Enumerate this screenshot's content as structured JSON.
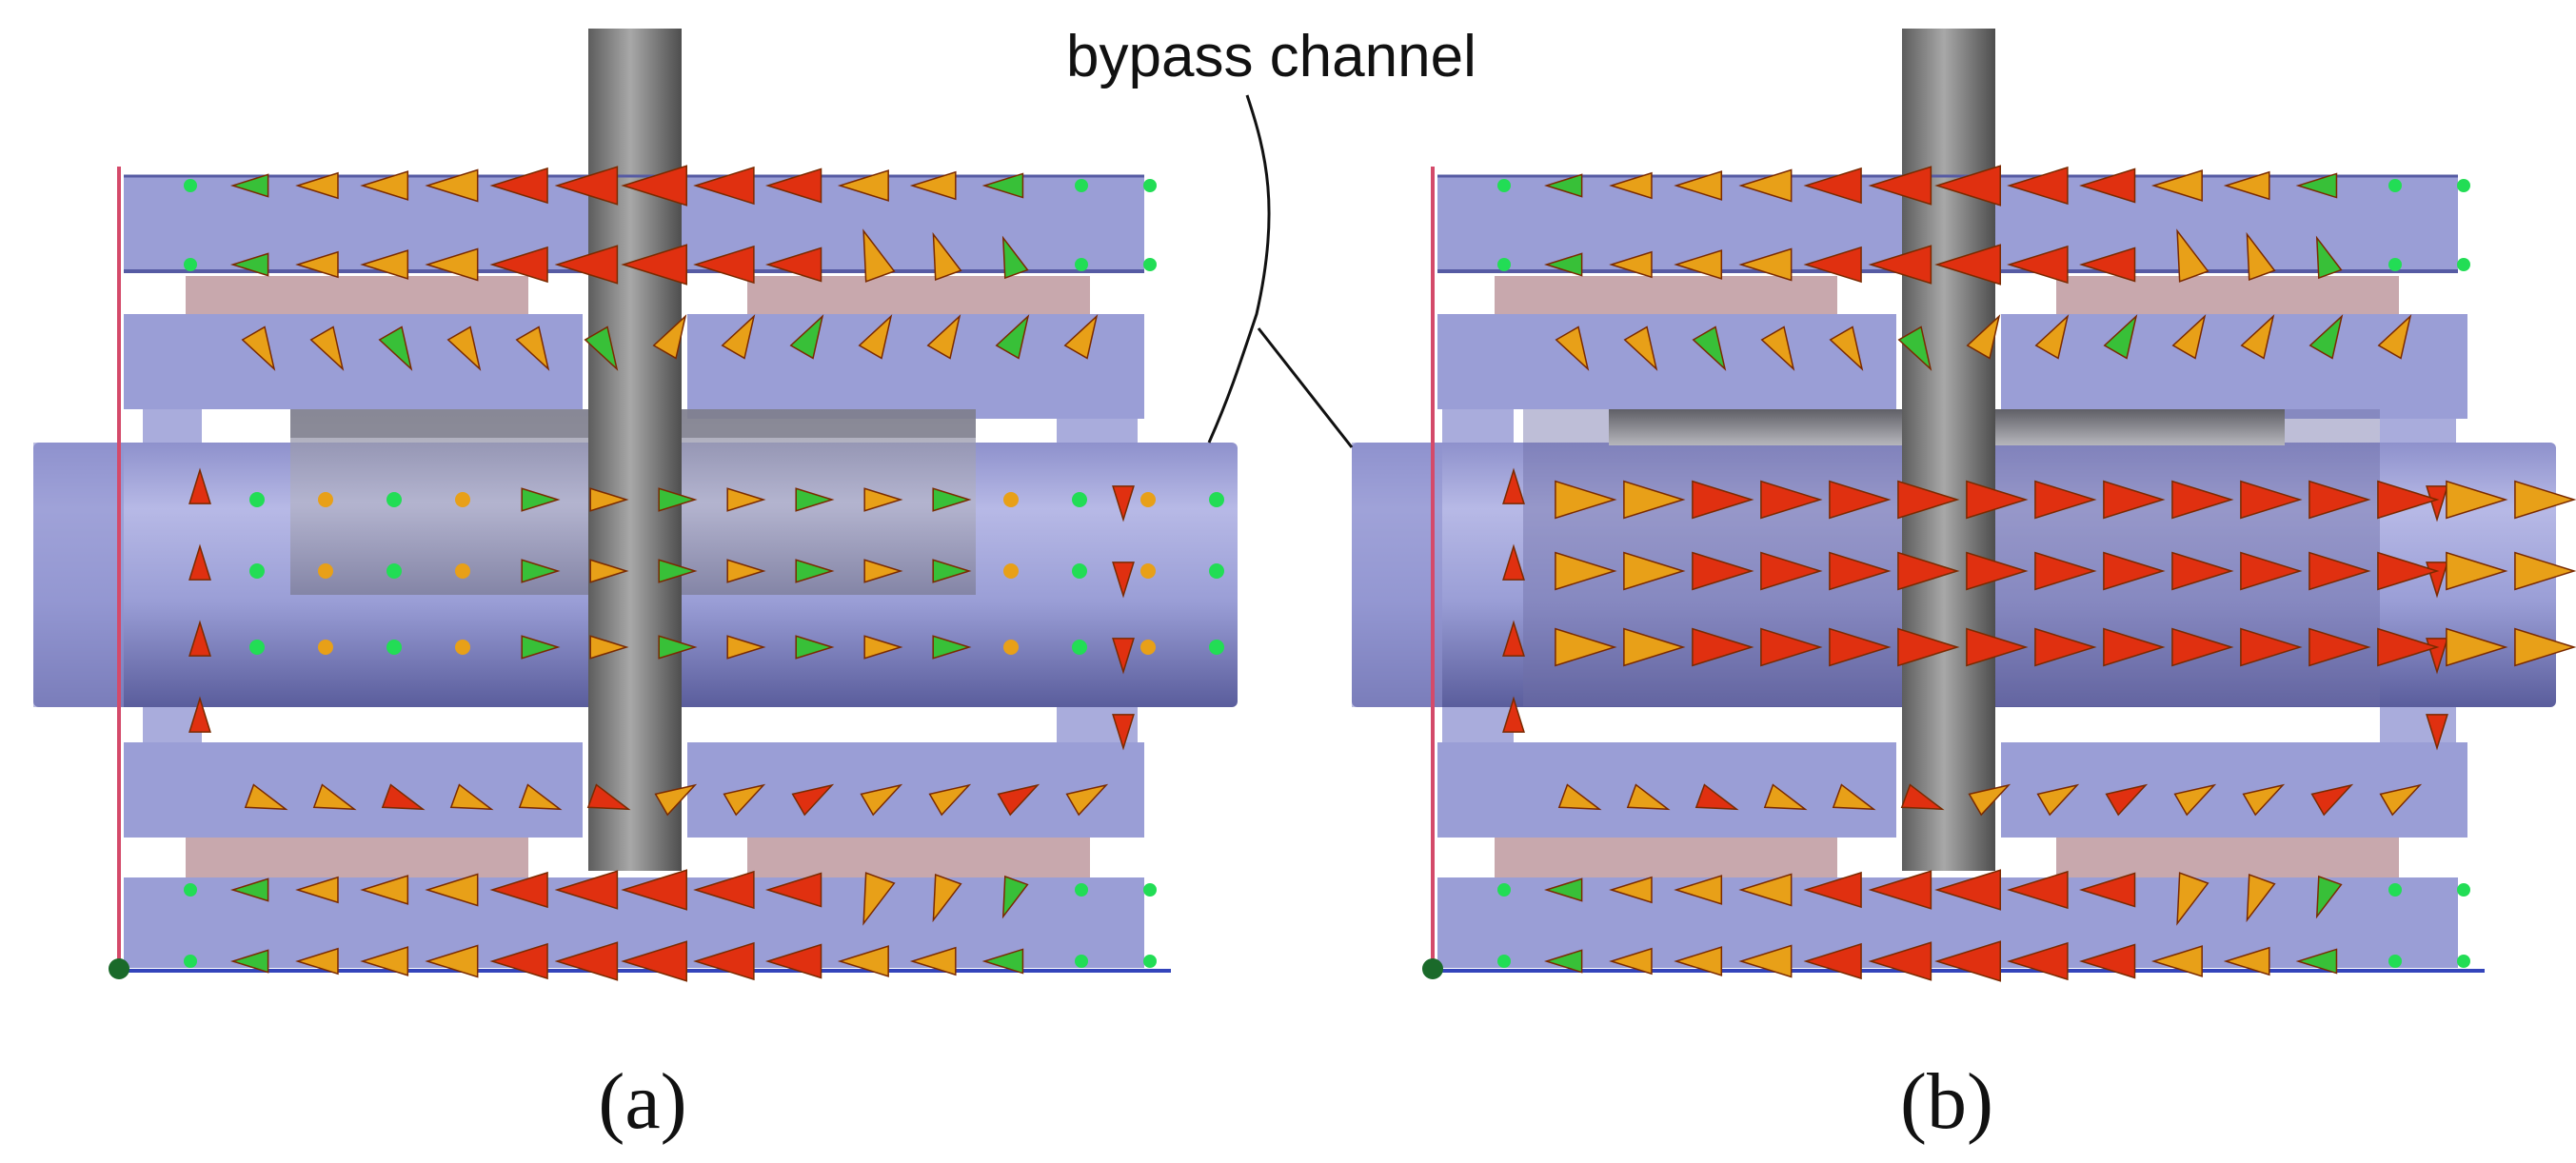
{
  "annotation": {
    "label": "bypass channel"
  },
  "panels": [
    {
      "id": "a",
      "caption": "(a)"
    },
    {
      "id": "b",
      "caption": "(b)"
    }
  ],
  "colors": {
    "background": "#ffffff",
    "solid_body": "#9a9ed6",
    "solid_edge": "#565ba3",
    "inner_cylinder": "#a6a6c2",
    "shaft": "#7d7d7d",
    "pink_plate": "#c8a8ad",
    "frame_line": "#d44a6a",
    "ground_line": "#3344bb",
    "vector_high": "#e03010",
    "vector_mid": "#e8a018",
    "vector_low": "#38c038",
    "node_dot": "#22dd55"
  },
  "icons": [
    "flow-vector-cone-icon",
    "flow-node-dot-icon"
  ]
}
